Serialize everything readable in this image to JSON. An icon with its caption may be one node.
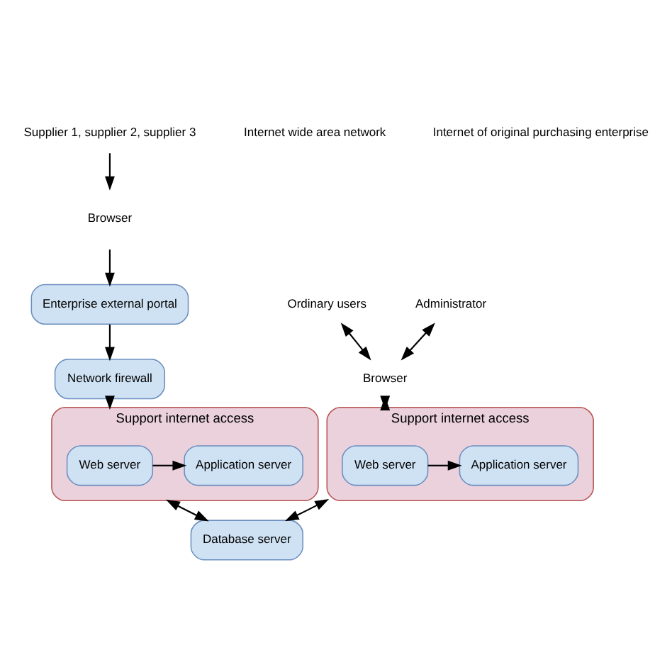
{
  "diagram": {
    "nodes": [
      {
        "text": [
          "Supplier 1, supplier 2, supplier 3"
        ]
      },
      {
        "text": [
          "Browser"
        ]
      },
      {
        "text": [
          "Enterprise external portal"
        ]
      },
      {
        "text": [
          "Network firewall"
        ]
      },
      {
        "text": [
          "Support internet access"
        ]
      },
      {
        "text": [
          "Web server"
        ],
        "in": 4
      },
      {
        "text": [
          "Application server"
        ],
        "in": 4
      },
      {
        "text": [
          "Support internet access"
        ]
      },
      {
        "text": [
          "Web server"
        ],
        "in": 7
      },
      {
        "text": [
          "Application server"
        ],
        "in": 7
      },
      {
        "text": [
          "Ordinary users"
        ]
      },
      {
        "text": [
          "Administrator"
        ]
      },
      {
        "text": [
          "Browser"
        ]
      },
      {
        "text": [
          "Database server"
        ]
      }
    ],
    "edges": [
      {
        "from": 0,
        "to": 1,
        "arrow": "to"
      },
      {
        "from": 1,
        "to": 2,
        "arrow": "to"
      },
      {
        "from": 2,
        "to": 3,
        "arrow": "to"
      },
      {
        "from": 3,
        "to": 4,
        "arrow": "to"
      },
      {
        "from": 5,
        "to": 6,
        "arrow": "to"
      },
      {
        "from": 8,
        "to": 9,
        "arrow": "to"
      },
      {
        "from": 10,
        "to": 12,
        "arrow": "both"
      },
      {
        "from": 11,
        "to": 12,
        "arrow": "both"
      },
      {
        "from": 12,
        "to": 7,
        "arrow": "both"
      },
      {
        "from": 4,
        "to": 13,
        "arrow": "both"
      },
      {
        "from": 7,
        "to": 13,
        "arrow": "both"
      }
    ],
    "labels": [
      "Internet wide area network",
      "Internet of original purchasing enterprise"
    ]
  }
}
